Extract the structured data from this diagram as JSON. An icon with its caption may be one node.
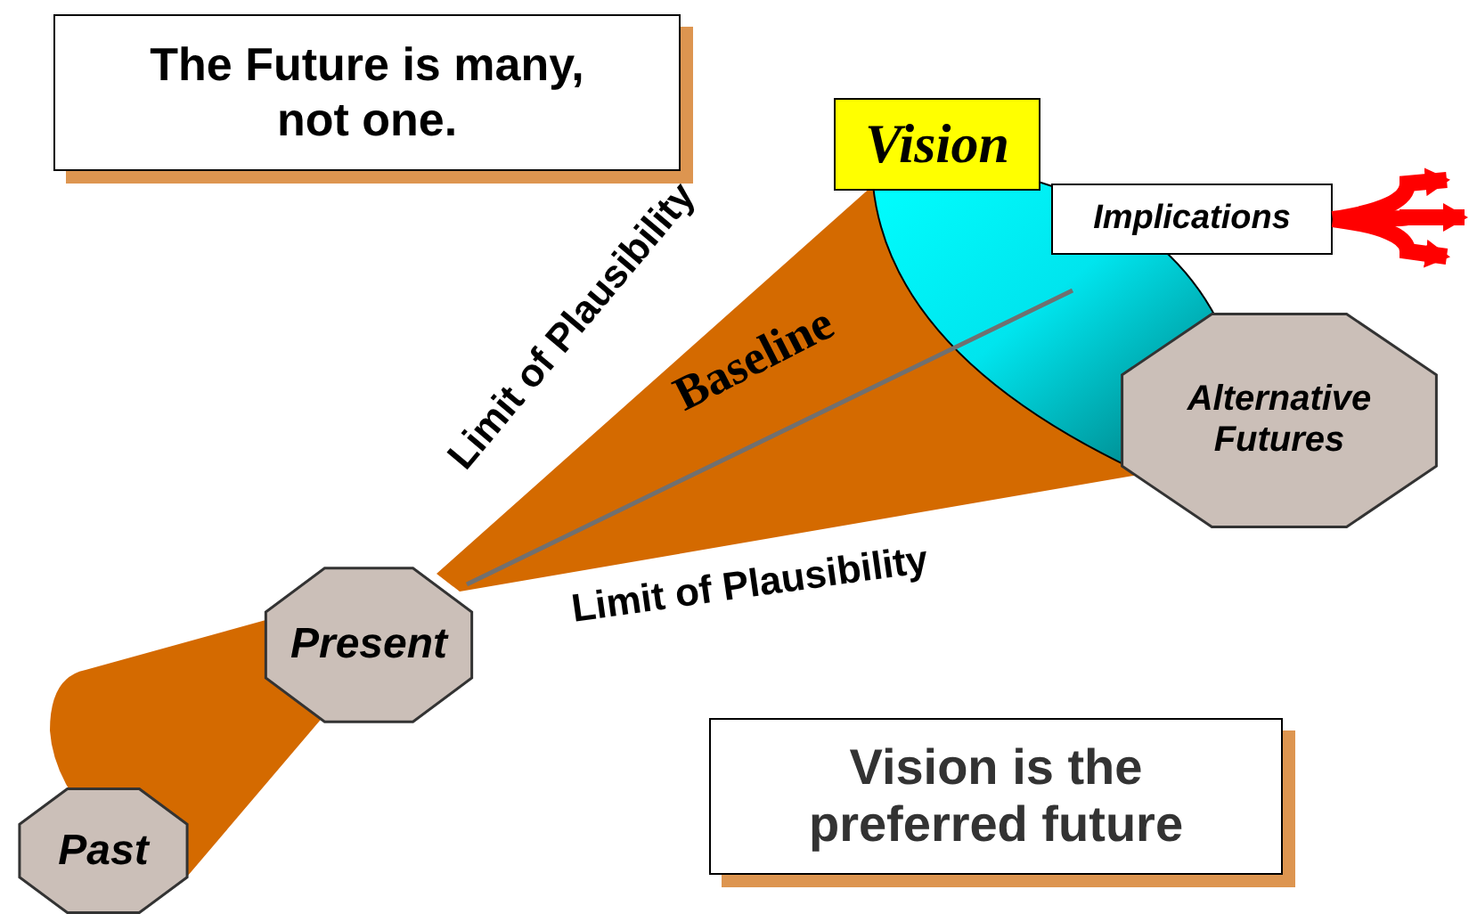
{
  "diagram": {
    "nodes": [
      {
        "text": [
          "The Future is many, not one."
        ]
      },
      {
        "text": [
          "Vision"
        ]
      },
      {
        "text": [
          "Implications"
        ]
      },
      {
        "text": [
          "Alternative Futures"
        ]
      },
      {
        "text": [
          "Present"
        ]
      },
      {
        "text": [
          "Vision is the preferred future"
        ]
      },
      {
        "text": [
          "Past"
        ]
      }
    ],
    "edges": [
      {
        "from": 4,
        "to": null,
        "arrow": "none",
        "label": "Baseline",
        "color": "#707070"
      },
      {
        "from": 2,
        "to": null,
        "arrow": "to",
        "color": "#ff0000"
      },
      {
        "from": 2,
        "to": null,
        "arrow": "to",
        "color": "#ff0000"
      },
      {
        "from": 2,
        "to": null,
        "arrow": "to",
        "color": "#ff0000"
      }
    ],
    "labels": [
      "Limit of Plausibility",
      "Limit of Plausibility"
    ]
  }
}
